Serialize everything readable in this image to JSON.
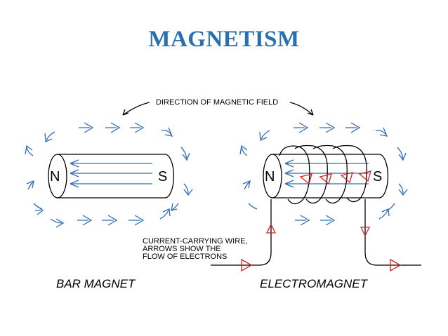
{
  "title": "MAGNETISM",
  "field_label": "DIRECTION OF MAGNETIC FIELD",
  "bar_magnet": {
    "north": "N",
    "south": "S",
    "caption": "BAR MAGNET"
  },
  "electromagnet": {
    "north": "N",
    "south": "S",
    "caption": "ELECTROMAGNET"
  },
  "wire_label": {
    "line1": "CURRENT-CARRYING WIRE,",
    "line2": "ARROWS SHOW THE",
    "line3": "FLOW OF ELECTRONS"
  },
  "colors": {
    "title": "#2a6fb0",
    "field_arrows": "#2f6db5",
    "current_arrows": "#d82020"
  }
}
